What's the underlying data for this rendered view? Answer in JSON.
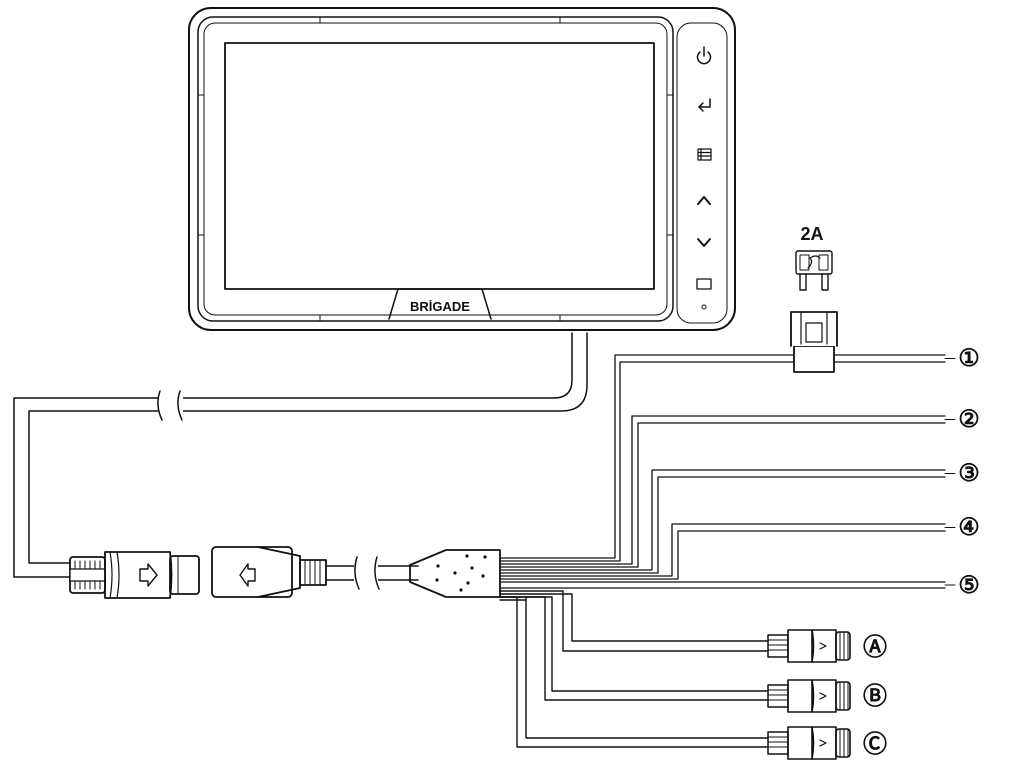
{
  "monitor": {
    "brand": "BRİGADE",
    "buttons": [
      {
        "icon": "power-icon"
      },
      {
        "icon": "enter-icon"
      },
      {
        "icon": "menu-icon"
      },
      {
        "icon": "up-arrow-icon"
      },
      {
        "icon": "down-arrow-icon"
      },
      {
        "icon": "source-icon"
      }
    ]
  },
  "fuse": {
    "rating": "2A"
  },
  "wire_labels": [
    "①",
    "②",
    "③",
    "④",
    "⑤"
  ],
  "camera_connector_labels": [
    "Ⓐ",
    "Ⓑ",
    "Ⓒ"
  ]
}
